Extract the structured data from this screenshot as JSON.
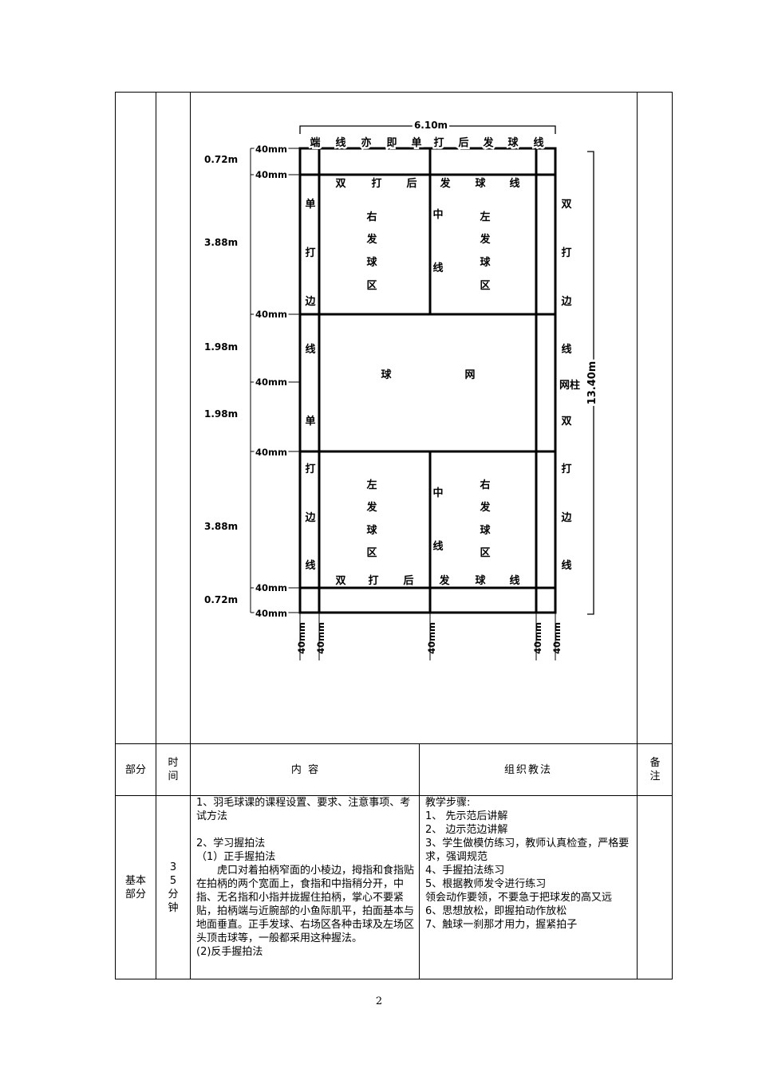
{
  "court": {
    "width_label": "6.10m",
    "length_label": "13.40m",
    "end_line": [
      "端",
      "线",
      "亦",
      "即",
      "单",
      "打",
      "后",
      "发",
      "球",
      "线"
    ],
    "left_dims": [
      "0.72m",
      "3.88m",
      "1.98m",
      "1.98m",
      "3.88m",
      "0.72m"
    ],
    "left_mm": [
      "40mm",
      "40mm",
      "40mm",
      "40mm",
      "40mm",
      "40mm",
      "40mm"
    ],
    "bottom_mm": [
      "40mm",
      "40mm",
      "40mm",
      "40mm",
      "40mm"
    ],
    "doubles_back_top": [
      "双",
      "打",
      "后"
    ],
    "doubles_back_bottom": [
      "双",
      "打",
      "后"
    ],
    "serve_line_top": [
      "发",
      "球",
      "线"
    ],
    "serve_line_bottom": [
      "发",
      "球",
      "线"
    ],
    "singles_side_left": [
      "单",
      "打",
      "边",
      "线",
      "单",
      "打",
      "边",
      "线"
    ],
    "doubles_side_right_top": [
      "双",
      "打",
      "边",
      "线"
    ],
    "net_post": "网柱",
    "doubles_side_right_bottom": [
      "双",
      "打",
      "边",
      "线"
    ],
    "right_serve_area_top": [
      "右",
      "发",
      "球",
      "区"
    ],
    "left_serve_area_top": [
      "左",
      "发",
      "球",
      "区"
    ],
    "left_serve_area_bottom": [
      "左",
      "发",
      "球",
      "区"
    ],
    "right_serve_area_bottom": [
      "右",
      "发",
      "球",
      "区"
    ],
    "center_line_top": [
      "中",
      "线"
    ],
    "center_line_bottom": [
      "中",
      "线"
    ],
    "net": [
      "球",
      "网"
    ]
  },
  "table": {
    "header": {
      "part": "部分",
      "time": "时间",
      "content": "内  容",
      "method": "组织教法",
      "remark": "备注"
    },
    "row": {
      "part": "基本部分",
      "time": "35分钟",
      "content": [
        "1、羽毛球课的课程设置、要求、注意事项、考试方法",
        "",
        "2、学习握拍法",
        "（1）正手握拍法",
        "　　虎口对着拍柄窄面的小棱边，拇指和食指贴在拍柄的两个宽面上，食指和中指稍分开，中指、无名指和小指并拢握住拍柄，掌心不要紧贴，拍柄端与近腕部的小鱼际肌平，拍面基本与地面垂直。正手发球、右场区各种击球及左场区头顶击球等，一般都采用这种握法。",
        "(2)反手握拍法"
      ],
      "method": [
        "教学步骤:",
        "1、 先示范后讲解",
        "2、 边示范边讲解",
        "3、学生做模仿练习，教师认真检查，严格要求，强调规范",
        "4、手握拍法练习",
        "5、根据教师发令进行练习",
        "领会动作要领，不要急于把球发的高又远",
        "6、思想放松，即握拍动作放松",
        "7、触球一刹那才用力，握紧拍子"
      ]
    }
  },
  "page_number": "2"
}
